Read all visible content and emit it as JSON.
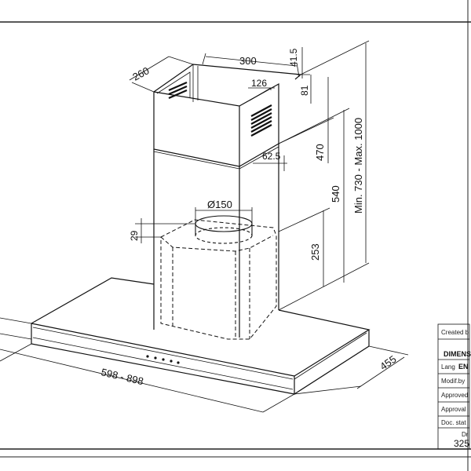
{
  "dimensions": {
    "top_width": "300",
    "top_depth": "260",
    "top_height": "41.5",
    "vent_width": "126",
    "vent_height": "81",
    "chimney_height": "470",
    "offset": "62.5",
    "chimney_full": "540",
    "range": "Min. 730  -  Max. 1000",
    "duct_diameter": "Ø150",
    "collar_height": "29",
    "body_height": "253",
    "canopy_width": "598  -  898",
    "canopy_depth": "455"
  },
  "title_block": {
    "created_by": "Created b",
    "dimensions": "DIMENS",
    "lang_label": "Lang",
    "lang_value": "EN",
    "modif_by": "Modif.by",
    "approved": "Approved",
    "approval": "Approval",
    "doc_status": "Doc. stat",
    "drawing_label": "Dr",
    "drawing_number": "325"
  },
  "colors": {
    "line": "#111111",
    "background": "#ffffff"
  }
}
